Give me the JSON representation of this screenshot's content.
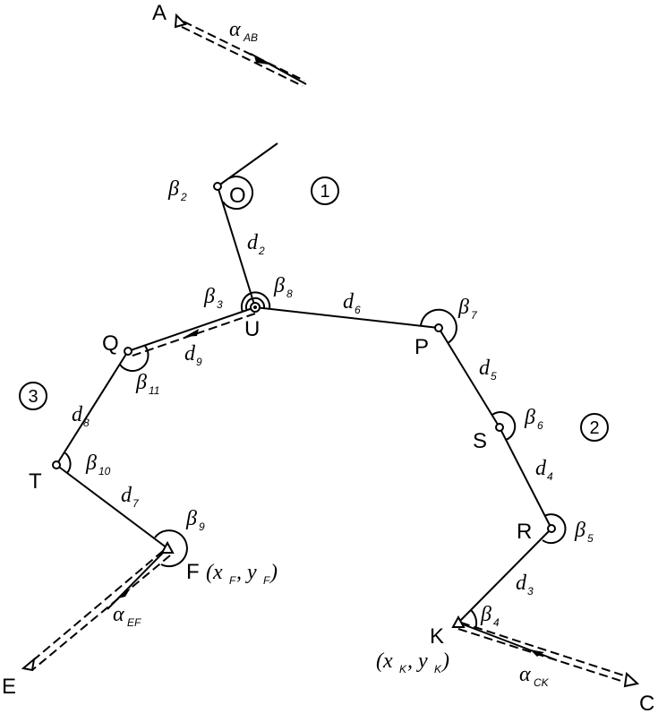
{
  "points": {
    "A": "A",
    "O": "O",
    "U": "U",
    "P": "P",
    "Q": "Q",
    "T": "T",
    "F": "F",
    "S": "S",
    "R": "R",
    "K": "K",
    "E": "E",
    "C": "C"
  },
  "coords": {
    "F": "(x",
    "F_sub1": "F",
    "F_mid": ", y",
    "F_sub2": "F",
    "F_end": ")",
    "K": "(x",
    "K_sub1": "K",
    "K_mid": ", y",
    "K_sub2": "K",
    "K_end": ")"
  },
  "angles": {
    "b2": "β",
    "b2s": "2",
    "b3": "β",
    "b3s": "3",
    "b8": "β",
    "b8s": "8",
    "b7": "β",
    "b7s": "7",
    "b6": "β",
    "b6s": "6",
    "b5": "β",
    "b5s": "5",
    "b4": "β",
    "b4s": "4",
    "b9": "β",
    "b9s": "9",
    "b10": "β",
    "b10s": "10",
    "b11": "β",
    "b11s": "11"
  },
  "distances": {
    "d2": "d",
    "d2s": "2",
    "d6": "d",
    "d6s": "6",
    "d5": "d",
    "d5s": "5",
    "d4": "d",
    "d4s": "4",
    "d3": "d",
    "d3s": "3",
    "d7": "d",
    "d7s": "7",
    "d8": "d",
    "d8s": "8",
    "d9": "d",
    "d9s": "9"
  },
  "azimuths": {
    "AB": "α",
    "ABs": "AB",
    "EF": "α",
    "EFs": "EF",
    "CK": "α",
    "CKs": "CK"
  },
  "routes": {
    "r1": "1",
    "r2": "2",
    "r3": "3"
  }
}
